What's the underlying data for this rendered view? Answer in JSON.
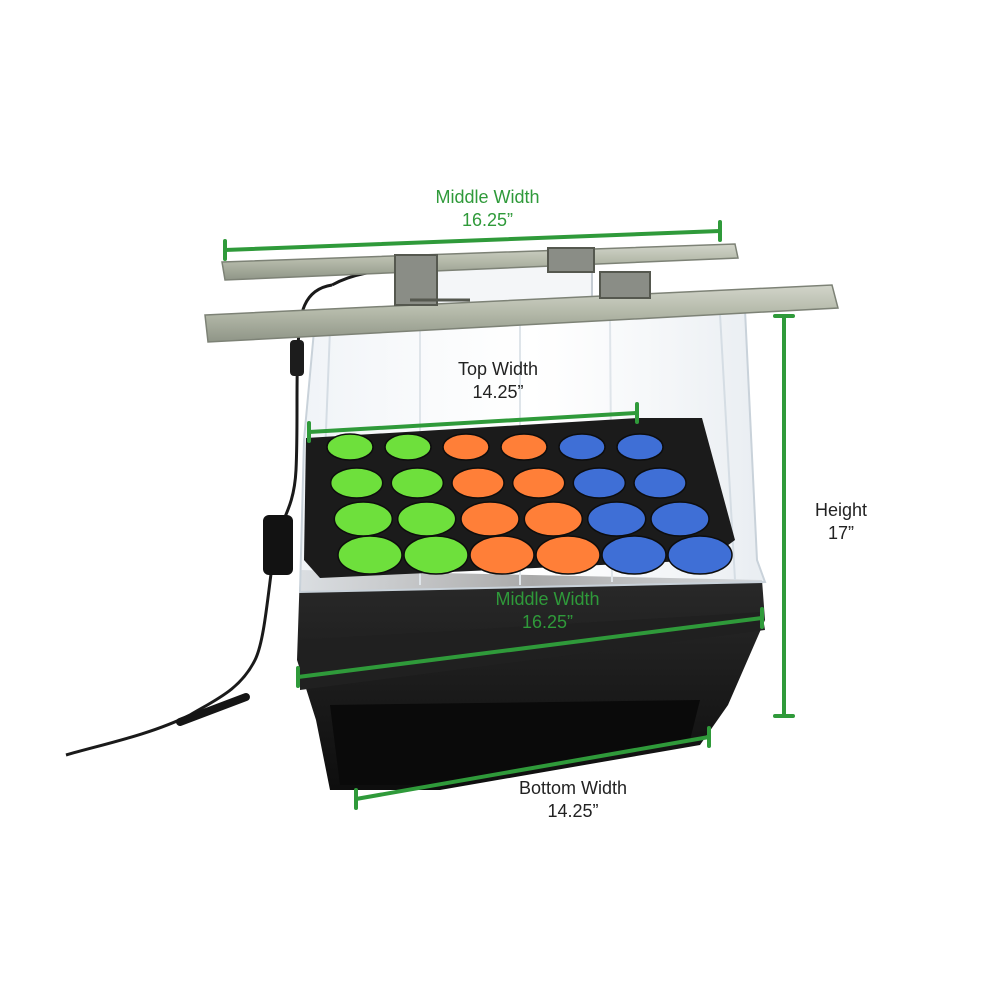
{
  "colors": {
    "measure_green": "#2f9a3a",
    "label_dark": "#222222",
    "plug_green": "#6ee03c",
    "plug_orange": "#ff7f38",
    "plug_blue": "#3f6fd6",
    "tray_black": "#151515",
    "light_bar": "#b9bdb0"
  },
  "icons": [
    "power-cord-icon",
    "led-light-bar-icon",
    "humidity-dome-icon",
    "seed-tray-icon"
  ],
  "measurements": {
    "middle_width_top": {
      "label": "Middle Width",
      "value": "16.25”"
    },
    "top_width": {
      "label": "Top Width",
      "value": "14.25”"
    },
    "height": {
      "label": "Height",
      "value": "17”"
    },
    "middle_width_tray": {
      "label": "Middle Width",
      "value": "16.25”"
    },
    "bottom_width": {
      "label": "Bottom Width",
      "value": "14.25”"
    }
  }
}
